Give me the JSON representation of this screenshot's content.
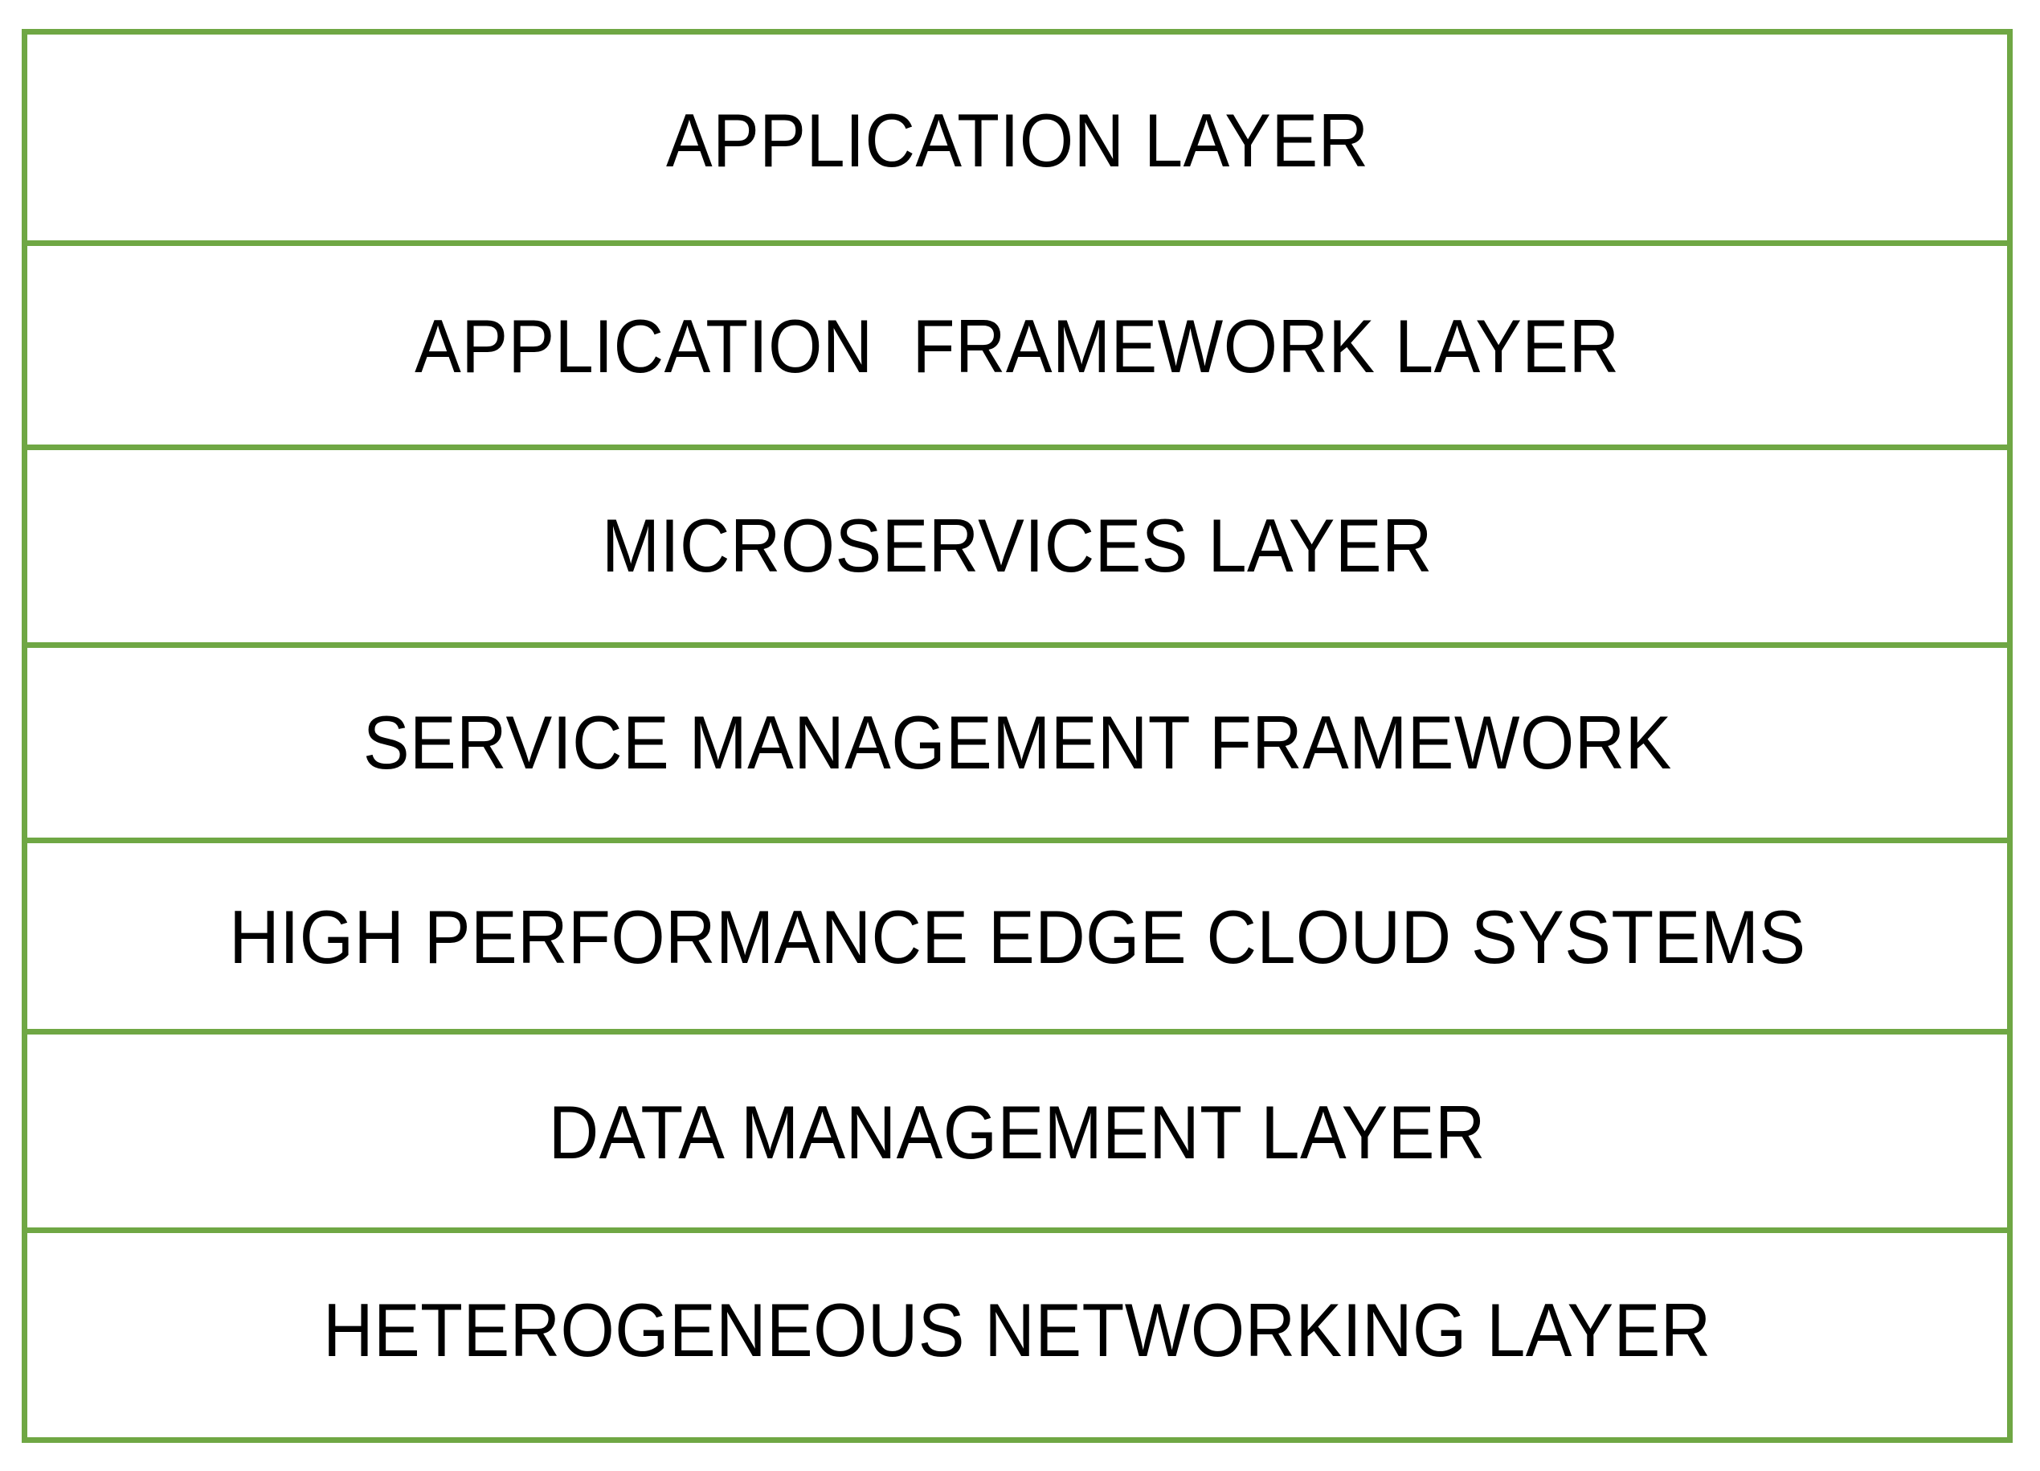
{
  "diagram": {
    "type": "layered-stack",
    "orientation": "vertical",
    "layer_count": 7,
    "colors": {
      "border": "#6FA744",
      "background": "#FFFFFF",
      "text": "#000000"
    },
    "layers": [
      {
        "label": "APPLICATION LAYER"
      },
      {
        "label": "APPLICATION  FRAMEWORK LAYER"
      },
      {
        "label": "MICROSERVICES LAYER"
      },
      {
        "label": "SERVICE MANAGEMENT FRAMEWORK"
      },
      {
        "label": "HIGH PERFORMANCE EDGE CLOUD SYSTEMS"
      },
      {
        "label": "DATA MANAGEMENT LAYER"
      },
      {
        "label": "HETEROGENEOUS NETWORKING LAYER"
      }
    ]
  }
}
